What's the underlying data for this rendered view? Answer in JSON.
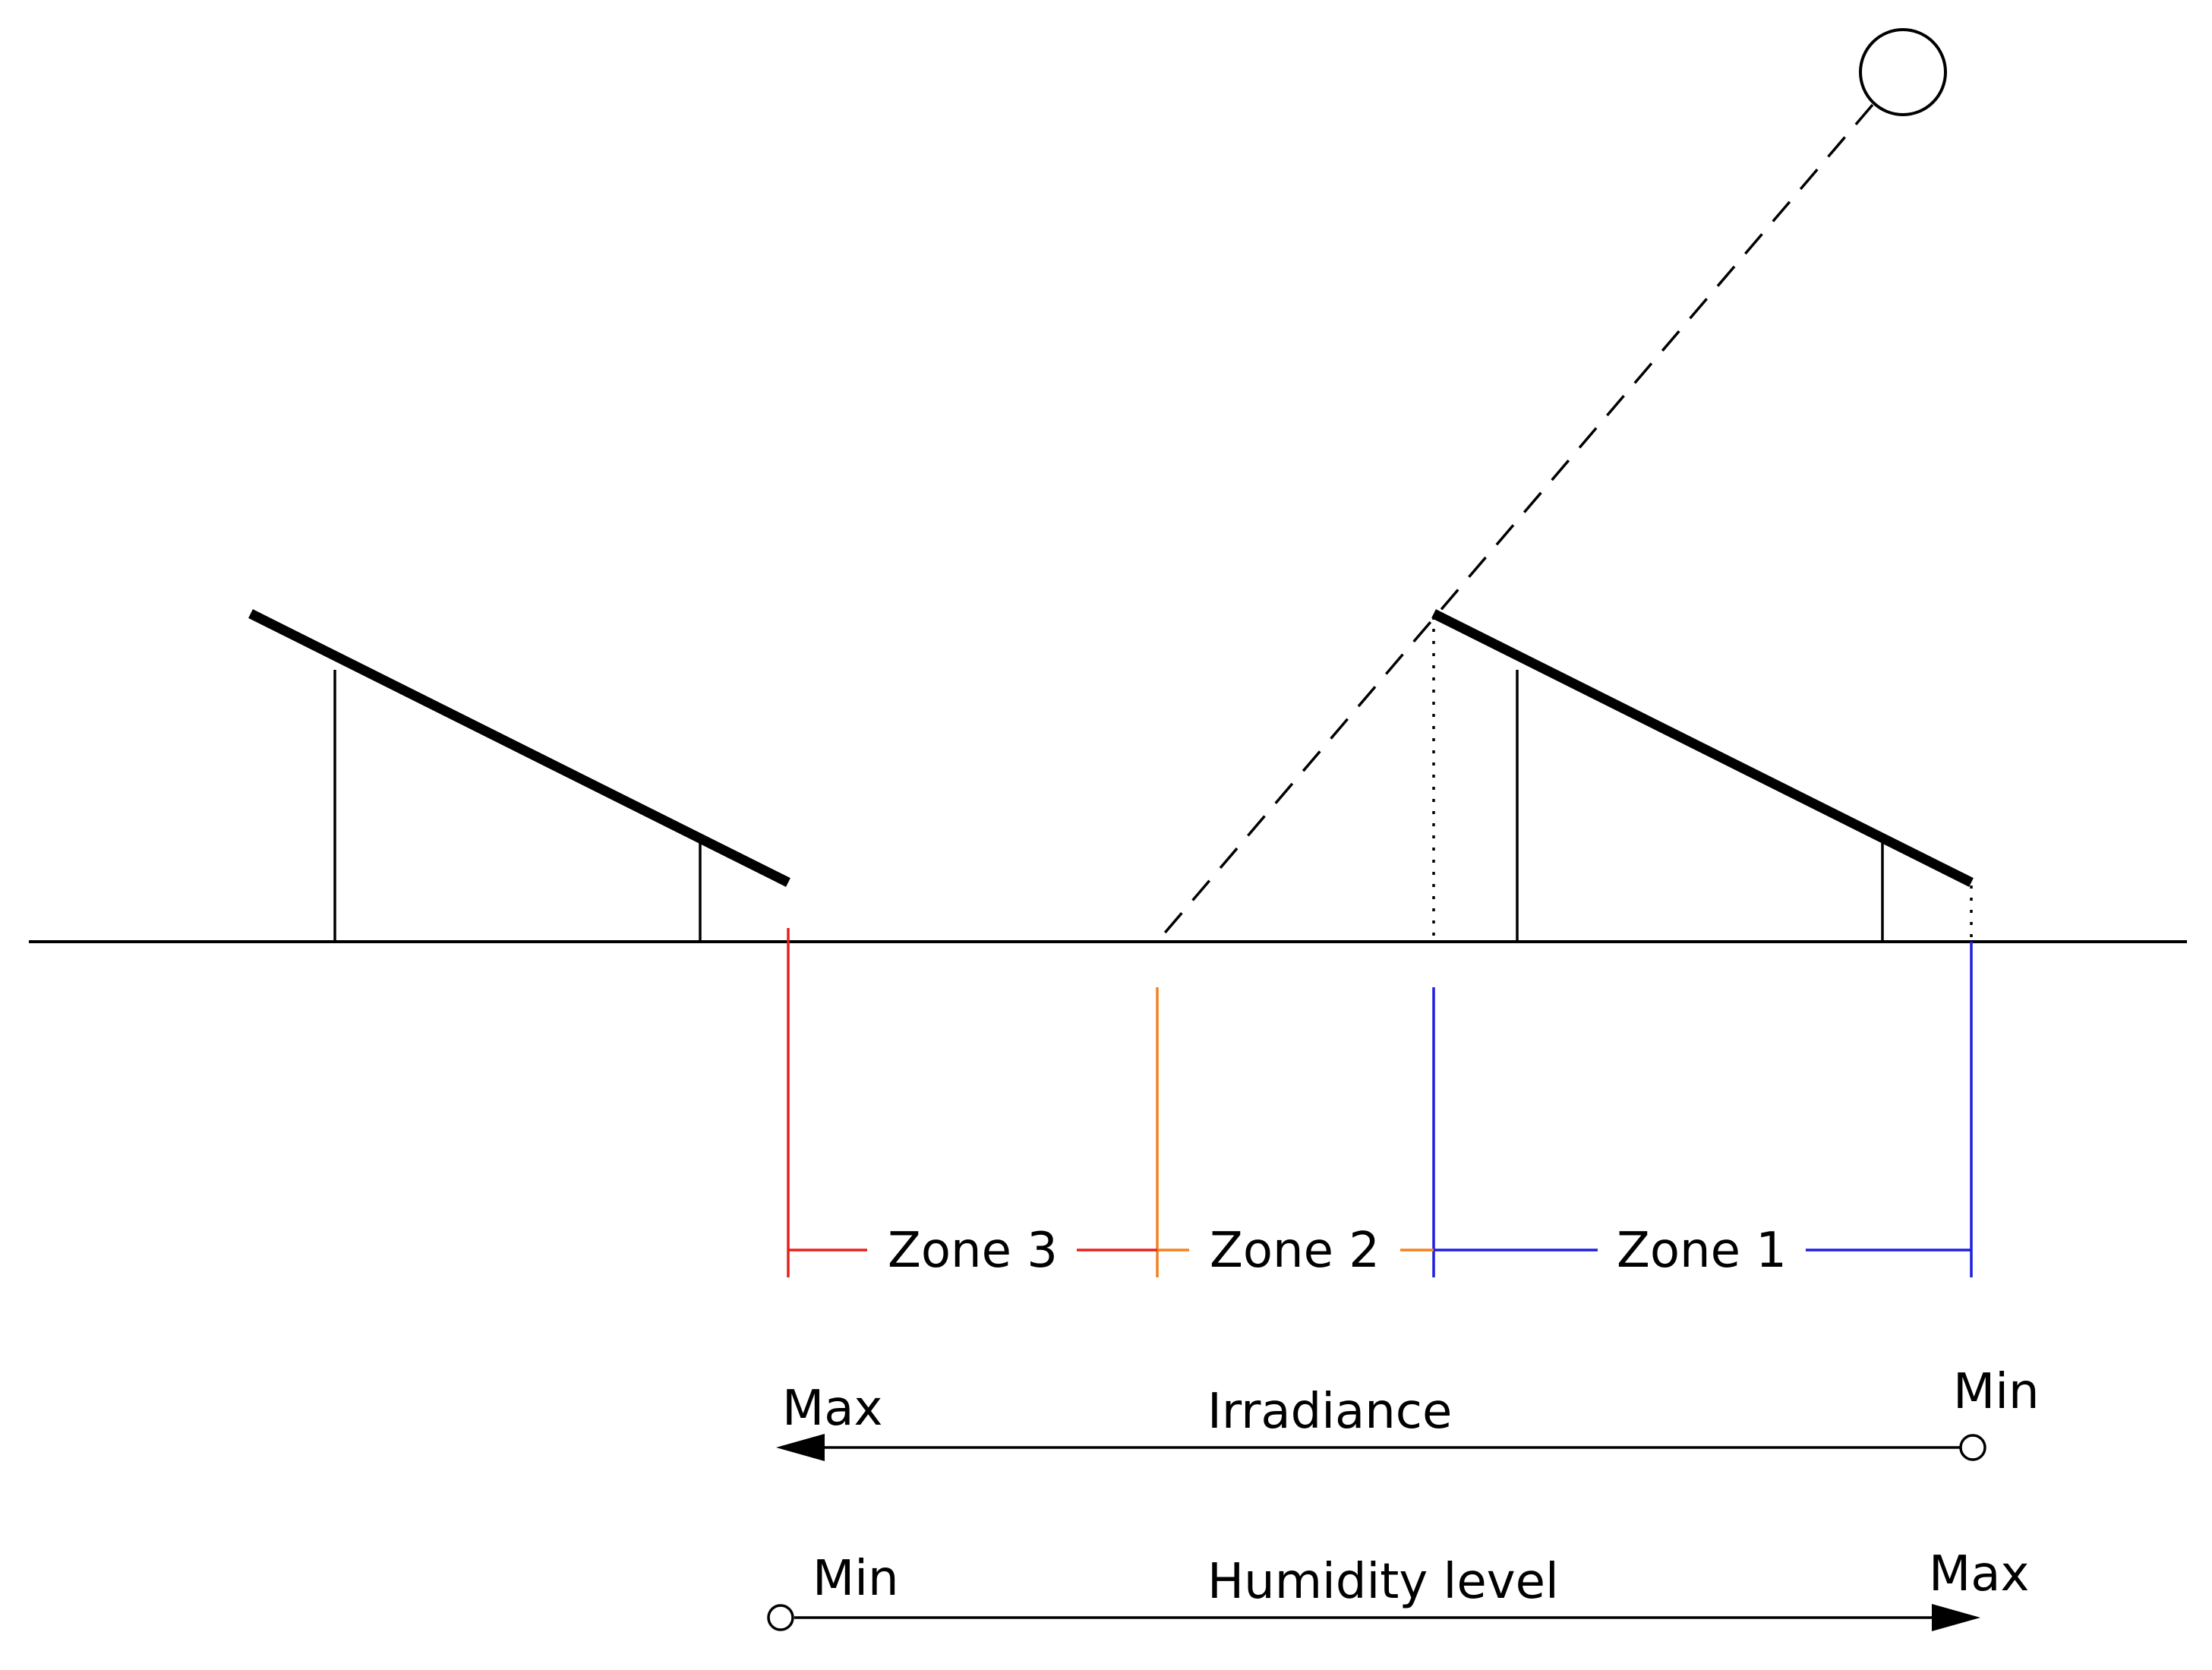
{
  "zones": [
    {
      "label": "Zone 3",
      "color": "#e8201c"
    },
    {
      "label": "Zone 2",
      "color": "#f58220"
    },
    {
      "label": "Zone 1",
      "color": "#1f1fe0"
    }
  ],
  "irradiance": {
    "label": "Irradiance",
    "left": "Max",
    "right": "Min"
  },
  "humidity": {
    "label": "Humidity level",
    "left": "Min",
    "right": "Max"
  },
  "colors": {
    "stroke": "#000000",
    "background": "#ffffff"
  }
}
